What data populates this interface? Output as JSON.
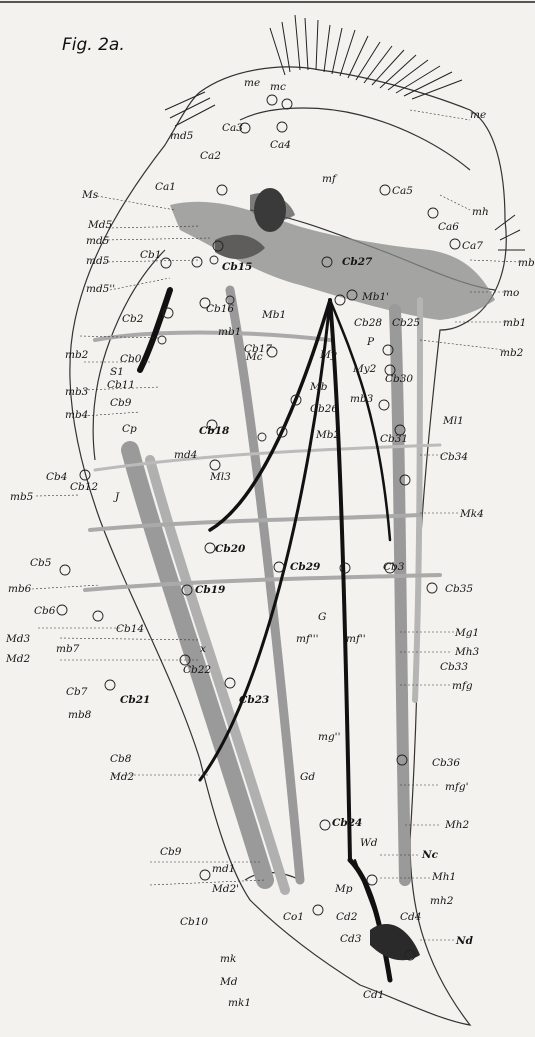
{
  "figure": {
    "title": "Fig. 2a.",
    "labels_left": [
      "md5",
      "Ca2",
      "Ca1",
      "Ms",
      "Md5",
      "md5",
      "md5",
      "md5''",
      "Cb1",
      "Cb2",
      "mb2",
      "S1",
      "Cb11",
      "Cb0",
      "Cb9",
      "mb3",
      "mb4",
      "Cb4",
      "Cb12",
      "mb5",
      "J",
      "Cb5",
      "mb6",
      "Cb6",
      "Md3",
      "Md2",
      "mb7",
      "Cb14",
      "Cb7",
      "mb8",
      "Cb8",
      "Md2",
      "Cb9",
      "md1",
      "Md2'",
      "Cb10",
      "mk",
      "Md",
      "mk1",
      "Cp"
    ],
    "labels_center": [
      "me",
      "mc",
      "Ca3",
      "Ca4",
      "mf",
      "Cb15",
      "Cb16",
      "mb1",
      "Mb1",
      "Mc",
      "Cb17",
      "My",
      "Cb18",
      "md4",
      "Mb",
      "Cb26",
      "Mb2",
      "Ml3",
      "Cb20",
      "Cb29",
      "Cb19",
      "x",
      "G",
      "mf'''",
      "mf''",
      "Cb21",
      "Cb22",
      "Cb23",
      "mg''",
      "Gd",
      "Cb24",
      "Wd",
      "Mp",
      "Cd2",
      "Cd3",
      "Co1",
      "Cd1",
      "Cb27",
      "Mb1'",
      "Cb28",
      "P",
      "Cb25",
      "Cb30",
      "My2",
      "mb3",
      "Cb31",
      "Cb3",
      "Ca5",
      "Ca6",
      "Ca7"
    ],
    "labels_right": [
      "me",
      "mh",
      "mb",
      "mo",
      "mb1",
      "mb2",
      "Ml1",
      "Cb34",
      "Mk4",
      "Cb35",
      "Mg1",
      "Mh3",
      "Cb33",
      "mfg",
      "Cb36",
      "mfg'",
      "Mh2",
      "Nc",
      "Mh1",
      "mh2",
      "Cd4",
      "Nd"
    ]
  }
}
